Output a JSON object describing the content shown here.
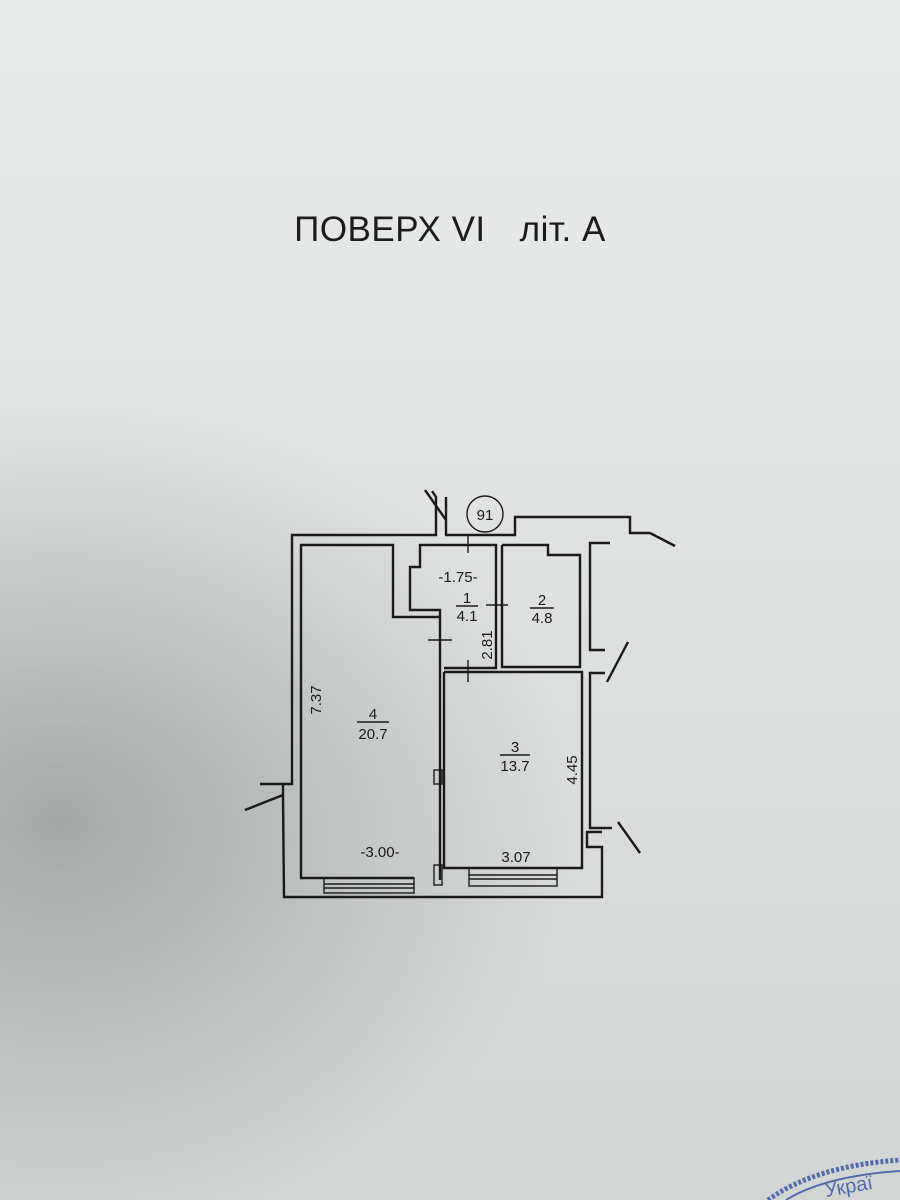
{
  "title": {
    "floor": "ПОВЕРХ VI",
    "letter": "літ. А"
  },
  "marker": "91",
  "rooms": [
    {
      "number": "1",
      "area": "4.1"
    },
    {
      "number": "2",
      "area": "4.8"
    },
    {
      "number": "3",
      "area": "13.7"
    },
    {
      "number": "4",
      "area": "20.7"
    }
  ],
  "dimensions": {
    "room1_width": "-1.75-",
    "room1_length": "2.81",
    "room3_width": "3.07",
    "room3_length": "4.45",
    "room4_width": "-3.00-",
    "room4_length": "7.37"
  },
  "stamp": {
    "text": "Украї"
  },
  "colors": {
    "ink": "#1a1a1a",
    "stamp": "#3a5aa8"
  }
}
